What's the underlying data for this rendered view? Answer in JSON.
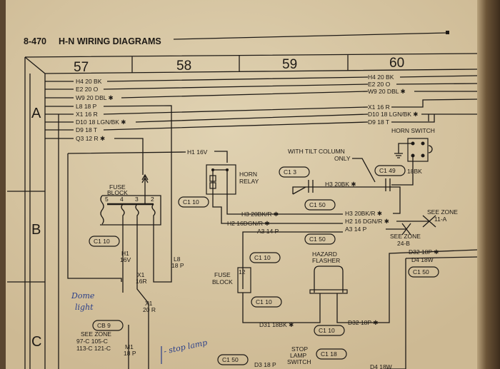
{
  "header": {
    "page": "8-470",
    "title": "H-N  WIRING DIAGRAMS"
  },
  "zones": [
    "57",
    "58",
    "59",
    "60"
  ],
  "rows": [
    "A",
    "B",
    "C"
  ],
  "left_wires": [
    "H4  20 BK",
    "E2  20 O",
    "W9  20 DBL ✱",
    "L8  18 P",
    "X1  16 R",
    "D10  18 LGN/BK ✱",
    "D9  18 T",
    "Q3  12 R ✱"
  ],
  "right_wires": [
    "H4  20 BK",
    "E2  20 O",
    "W9  20 DBL ✱",
    "X1  16 R",
    "D10  18 LGN/BK ✱",
    "D9  18 T"
  ],
  "fuse_block_1": {
    "label1": "FUSE",
    "label2": "BLOCK",
    "pins": [
      "5",
      "4",
      "3",
      "2"
    ]
  },
  "connectors": {
    "c1_10_a": "C1   10",
    "c1_10_b": "C1   10",
    "c1_10_c": "C1   10",
    "c1_10_d": "C1   10",
    "c1_10_e": "C1   10",
    "c1_50_a": "C1   50",
    "c1_50_b": "C1   50",
    "c1_50_c": "C1   50",
    "c1_50_d": "C1   50",
    "c1_3": "C1   3",
    "c1_49": "C1   49",
    "c1_18": "C1   18",
    "cb_9": "CB   9"
  },
  "wire_labels": {
    "h1_16v_top": "H1 16V",
    "h1": "H1",
    "h1b": "16V",
    "x1_16r_a": "X1",
    "x1_16r_b": "16R",
    "x1_20r_a": "X1",
    "x1_20r_b": "20 R",
    "l8_a": "L8",
    "l8_b": "18 P",
    "h3_left": "H3  20BK/R ✱",
    "h2_left": "H2  16DGN/R ✱",
    "a3_left": "A3  14 P",
    "h3_right": "H3  20BK/R ✱",
    "h2_right": "H2  16 DGN/R ✱",
    "a3_right": "A3  14 P",
    "h3_tilt": "H3  20BK ✱",
    "bk18": "18BK",
    "d31": "D31  18BK ✱",
    "d32_low": "D32  18P ✱",
    "d32_right": "D32  18P ✱",
    "d4_right": "D4  18W",
    "m1_a": "M1",
    "m1_b": "18 P",
    "d3": "D3  18 P",
    "d4_low": "D4  18W"
  },
  "horn_relay": {
    "l1": "HORN",
    "l2": "RELAY"
  },
  "horn_switch": "HORN SWITCH",
  "tilt_note": {
    "l1": "WITH TILT COLUMN",
    "l2": "ONLY"
  },
  "see_zone_11a": {
    "l1": "SEE ZONE",
    "l2": "11-A"
  },
  "see_zone_24b": {
    "l1": "SEE ZONE",
    "l2": "24-B"
  },
  "see_zone_c": {
    "l1": "SEE ZONE",
    "l2": "97-C   105-C",
    "l3": "113-C   121-C"
  },
  "fuse_block_2": {
    "l1": "FUSE",
    "l2": "BLOCK",
    "pin": "12"
  },
  "hazard_flasher": {
    "l1": "HAZARD",
    "l2": "FLASHER"
  },
  "stop_lamp_switch": {
    "l1": "STOP",
    "l2": "LAMP",
    "l3": "SWITCH"
  },
  "handwriting": {
    "dome1": "Dome",
    "dome2": "light",
    "stop": "- stop lamp"
  }
}
